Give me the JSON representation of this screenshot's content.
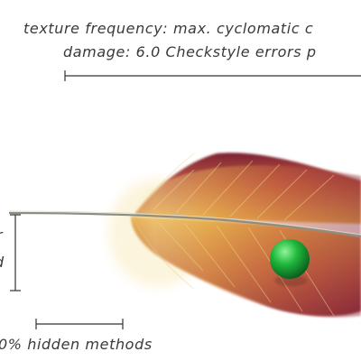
{
  "annotations": {
    "top_line_1": "texture frequency: max. cyclomatic c",
    "top_line_2": "damage: 6.0 Checkstyle errors p",
    "left_line_1": "r",
    "left_line_2": "d",
    "bottom": "0% hidden methods"
  },
  "colors": {
    "feather_base": "#f5e7a8",
    "feather_mid": "#e8b04a",
    "feather_dark": "#8a2a3a",
    "ball": "#1fb33a",
    "rule": "#333333"
  },
  "icons": {
    "marker": "green-ball-icon",
    "texture": "feather-icon"
  }
}
